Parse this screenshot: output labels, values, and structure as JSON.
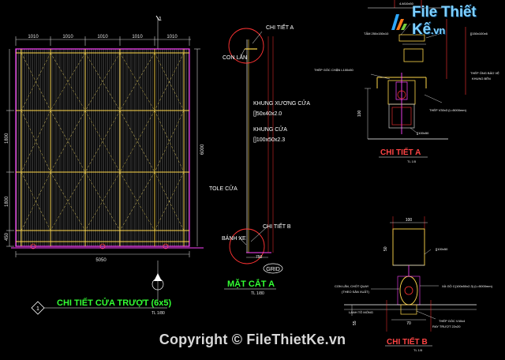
{
  "watermark": {
    "logo_text": "File Thiết Kế",
    "logo_suffix": ".vn",
    "copyright": "Copyright © FileThietKe.vn"
  },
  "elevation": {
    "top_dims": [
      "1010",
      "1010",
      "1010",
      "1010",
      "1010"
    ],
    "bottom_dim": "5050",
    "left_dims": [
      "1800",
      "1800",
      "450"
    ],
    "right_dim": "6000",
    "axis_label": "1",
    "title": "CHI TIẾT CỬA TRƯỢT (6x5)",
    "scale": "TL 1/80",
    "title_number": "1"
  },
  "section": {
    "labels": {
      "detail_a": "CHI TIẾT A",
      "roller": "CON LĂN",
      "frame_bone": "KHUNG XƯƠNG CỬA",
      "frame_bone_size": "[]50x40x2.0",
      "frame": "KHUNG CỬA",
      "frame_size": "[]100x50x2.3",
      "sheet": "TOLE CỬA",
      "detail_b": "CHI TIẾT B",
      "wheel": "BÁNH XE",
      "grid": "GRID",
      "dim_750": "750"
    },
    "title": "MẶT CẮT A",
    "scale": "TL 1/80"
  },
  "detail_a": {
    "notes": {
      "n1": "4-M10x50",
      "n2": "TẤM 250x150x10",
      "n3": "[]150x100x6",
      "n4": "THÉP GÓC CHẶN L100x50",
      "n5": "THÉP ỐNG BẢO VỆ",
      "n6": "KHUNG BÊN",
      "n7": "THÉP V30x3 (L=5000mm)",
      "n8": "[]100x50",
      "dim_100": "100"
    },
    "title": "CHI TIẾT A",
    "scale": "TL 1/5"
  },
  "detail_b": {
    "notes": {
      "dim_100": "100",
      "n1": "[]100x50",
      "n2": "XÀ GỒ C(100x50x2.3) (L=5000mm)",
      "n3": "CON LĂN, CHỐT QUAY",
      "n4": "(THEO SẢN XUẤT)",
      "n5": "THÉP GÓC V40x4",
      "n6": "RAY TRƯỢT 22x20",
      "n7": "LANH TÔ MÓNG",
      "dim_50": "50",
      "dim_70": "70",
      "dim_55": "55"
    },
    "title": "CHI TIẾT B",
    "scale": "TL 1/5"
  }
}
